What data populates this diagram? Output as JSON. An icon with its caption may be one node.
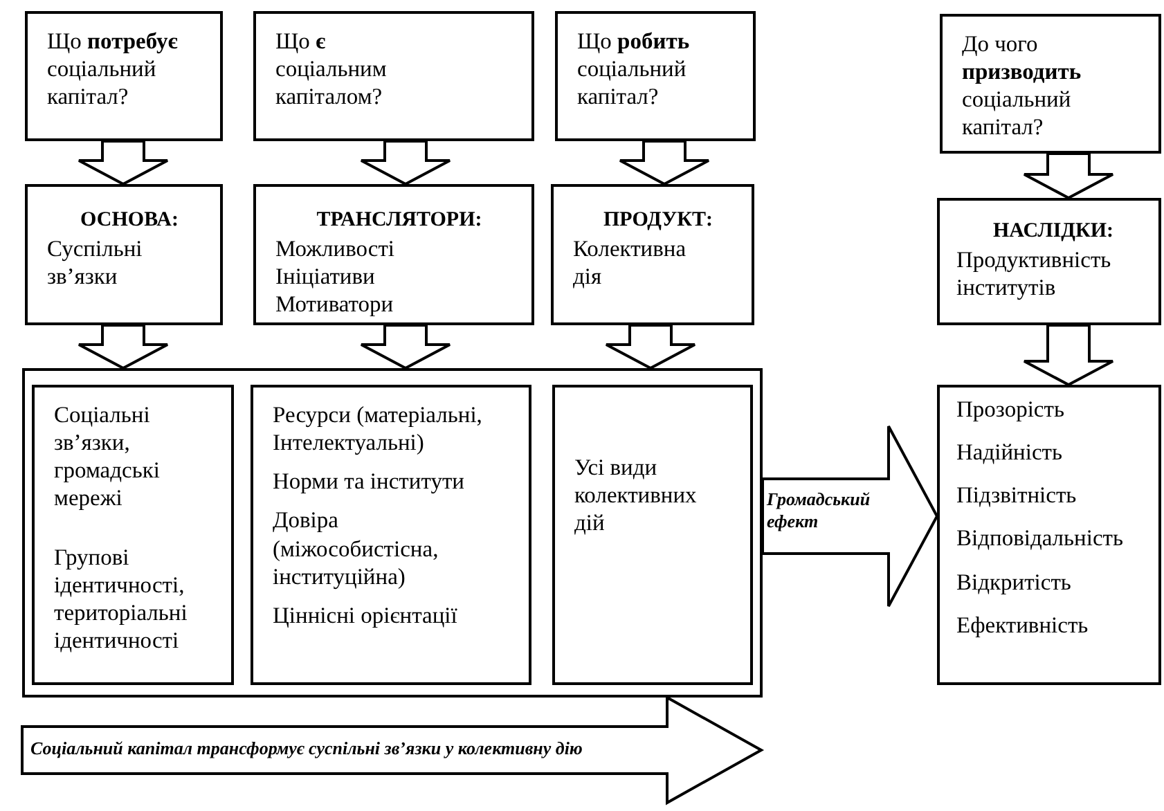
{
  "diagram": {
    "nodes": [
      {
        "text": [
          "Що **потребує** соціальний капітал?"
        ]
      },
      {
        "text": [
          "Що **є** соціальним капіталом?"
        ]
      },
      {
        "text": [
          "Що **робить** соціальний капітал?"
        ]
      },
      {
        "text": [
          "До чого **призводить** соціальний капітал?"
        ]
      },
      {
        "text": [
          "ОСНОВА:",
          "Суспільні зв’язки"
        ]
      },
      {
        "text": [
          "ТРАНСЛЯТОРИ:",
          "Можливості",
          "Ініціативи",
          "Мотиватори"
        ]
      },
      {
        "text": [
          "ПРОДУКТ:",
          "Колективна дія"
        ]
      },
      {
        "text": [
          "НАСЛІДКИ:",
          "Продуктивність інститутів"
        ]
      },
      {
        "text": [],
        "shape": "box"
      },
      {
        "text": [
          "Соціальні зв’язки, громадські мережі",
          "Групові ідентичності, територіальні ідентичності"
        ],
        "in": 8
      },
      {
        "text": [
          "Ресурси (матеріальні, Інтелектуальні)",
          "Норми та інститути",
          "Довіра (міжособистісна, інституційна)",
          "Ціннісні орієнтації"
        ],
        "in": 8
      },
      {
        "text": [
          "Усі види колективних дій"
        ],
        "in": 8
      },
      {
        "text": [
          "Прозорість",
          "Надійність",
          "Підзвітність",
          "Відповідальність",
          "Відкритість",
          "Ефективність"
        ]
      }
    ],
    "edges": [
      {
        "from": 0,
        "to": 4,
        "arrow": "to"
      },
      {
        "from": 1,
        "to": 5,
        "arrow": "to"
      },
      {
        "from": 2,
        "to": 6,
        "arrow": "to"
      },
      {
        "from": 4,
        "to": 8,
        "arrow": "to"
      },
      {
        "from": 5,
        "to": 8,
        "arrow": "to"
      },
      {
        "from": 6,
        "to": 8,
        "arrow": "to"
      },
      {
        "from": 3,
        "to": 7,
        "arrow": "to"
      },
      {
        "from": 7,
        "to": 12,
        "arrow": "to"
      },
      {
        "from": 8,
        "to": 12,
        "arrow": "to",
        "label": "Громадський ефект"
      }
    ],
    "labels": [
      "Соціальний капітал трансформує суспільні зв’язки у колективну дію"
    ]
  }
}
